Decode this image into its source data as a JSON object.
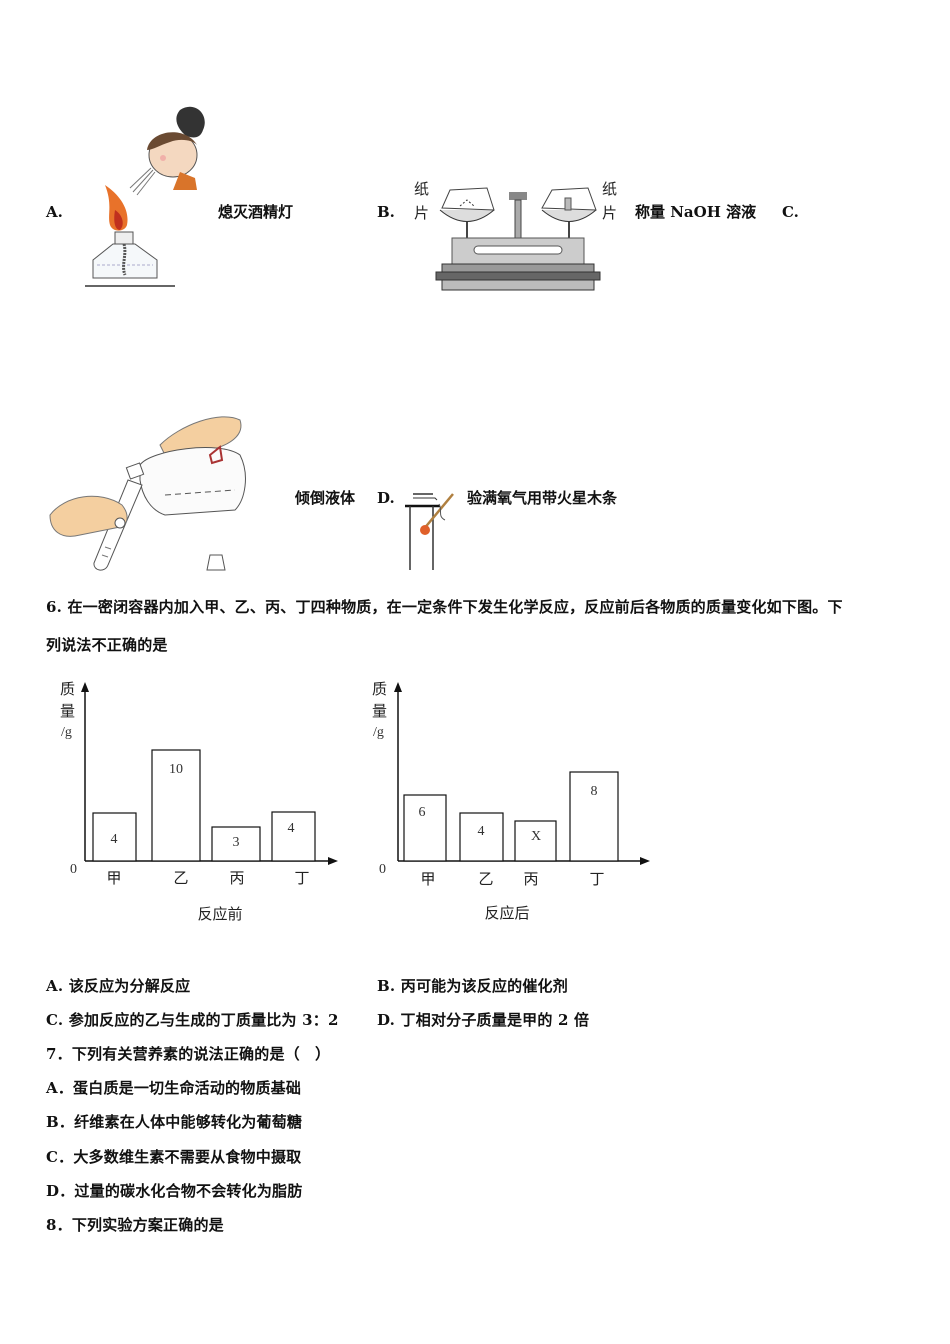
{
  "question5_options": {
    "A": {
      "label": "A.",
      "caption": "熄灭酒精灯",
      "image": "person-blowing-out-alcohol-lamp"
    },
    "B": {
      "label": "B.",
      "caption": "称量 NaOH 溶液",
      "image": "balance-scale-with-paper",
      "paper_label_left": "纸片",
      "paper_label_right": "纸片"
    },
    "C": {
      "label": "C.",
      "caption": "倾倒液体",
      "image": "pouring-liquid-into-test-tube"
    },
    "D": {
      "label": "D.",
      "caption": "验满氧气用带火星木条",
      "image": "glowing-splint-at-bottle-mouth"
    }
  },
  "question6": {
    "number": "6.",
    "text_line1": "6. 在一密闭容器内加入甲、乙、丙、丁四种物质，在一定条件下发生化学反应，反应前后各物质的质量变化如下图。下",
    "text_line2": "列说法不正确的是",
    "options": [
      {
        "label": "A.",
        "text": "该反应为分解反应"
      },
      {
        "label": "B.",
        "text": "丙可能为该反应的催化剂"
      },
      {
        "label": "C.",
        "text": "参加反应的乙与生成的丁质量比为 3：2"
      },
      {
        "label": "D.",
        "text": "丁相对分子质量是甲的 2 倍"
      }
    ]
  },
  "chart_data": [
    {
      "type": "bar",
      "title": "反应前",
      "ylabel": "质量/g",
      "ylabel_lines": [
        "质",
        "量",
        "/g"
      ],
      "origin_label": "0",
      "categories": [
        "甲",
        "乙",
        "丙",
        "丁"
      ],
      "values": [
        4,
        10,
        3,
        4
      ],
      "value_labels": [
        "4",
        "10",
        "3",
        "4"
      ],
      "grid": false
    },
    {
      "type": "bar",
      "title": "反应后",
      "ylabel": "质量/g",
      "ylabel_lines": [
        "质",
        "量",
        "/g"
      ],
      "origin_label": "0",
      "categories": [
        "甲",
        "乙",
        "丙",
        "丁"
      ],
      "values": [
        6,
        4,
        3,
        8
      ],
      "value_labels": [
        "6",
        "4",
        "X",
        "8"
      ],
      "grid": false
    }
  ],
  "question7": {
    "stem": "7．下列有关营养素的说法正确的是（　）",
    "options": [
      {
        "label": "A．",
        "text": "蛋白质是一切生命活动的物质基础"
      },
      {
        "label": "B．",
        "text": "纤维素在人体中能够转化为葡萄糖"
      },
      {
        "label": "C．",
        "text": "大多数维生素不需要从食物中摄取"
      },
      {
        "label": "D．",
        "text": "过量的碳水化合物不会转化为脂肪"
      }
    ]
  },
  "question8": {
    "stem": "8．下列实验方案正确的是"
  }
}
